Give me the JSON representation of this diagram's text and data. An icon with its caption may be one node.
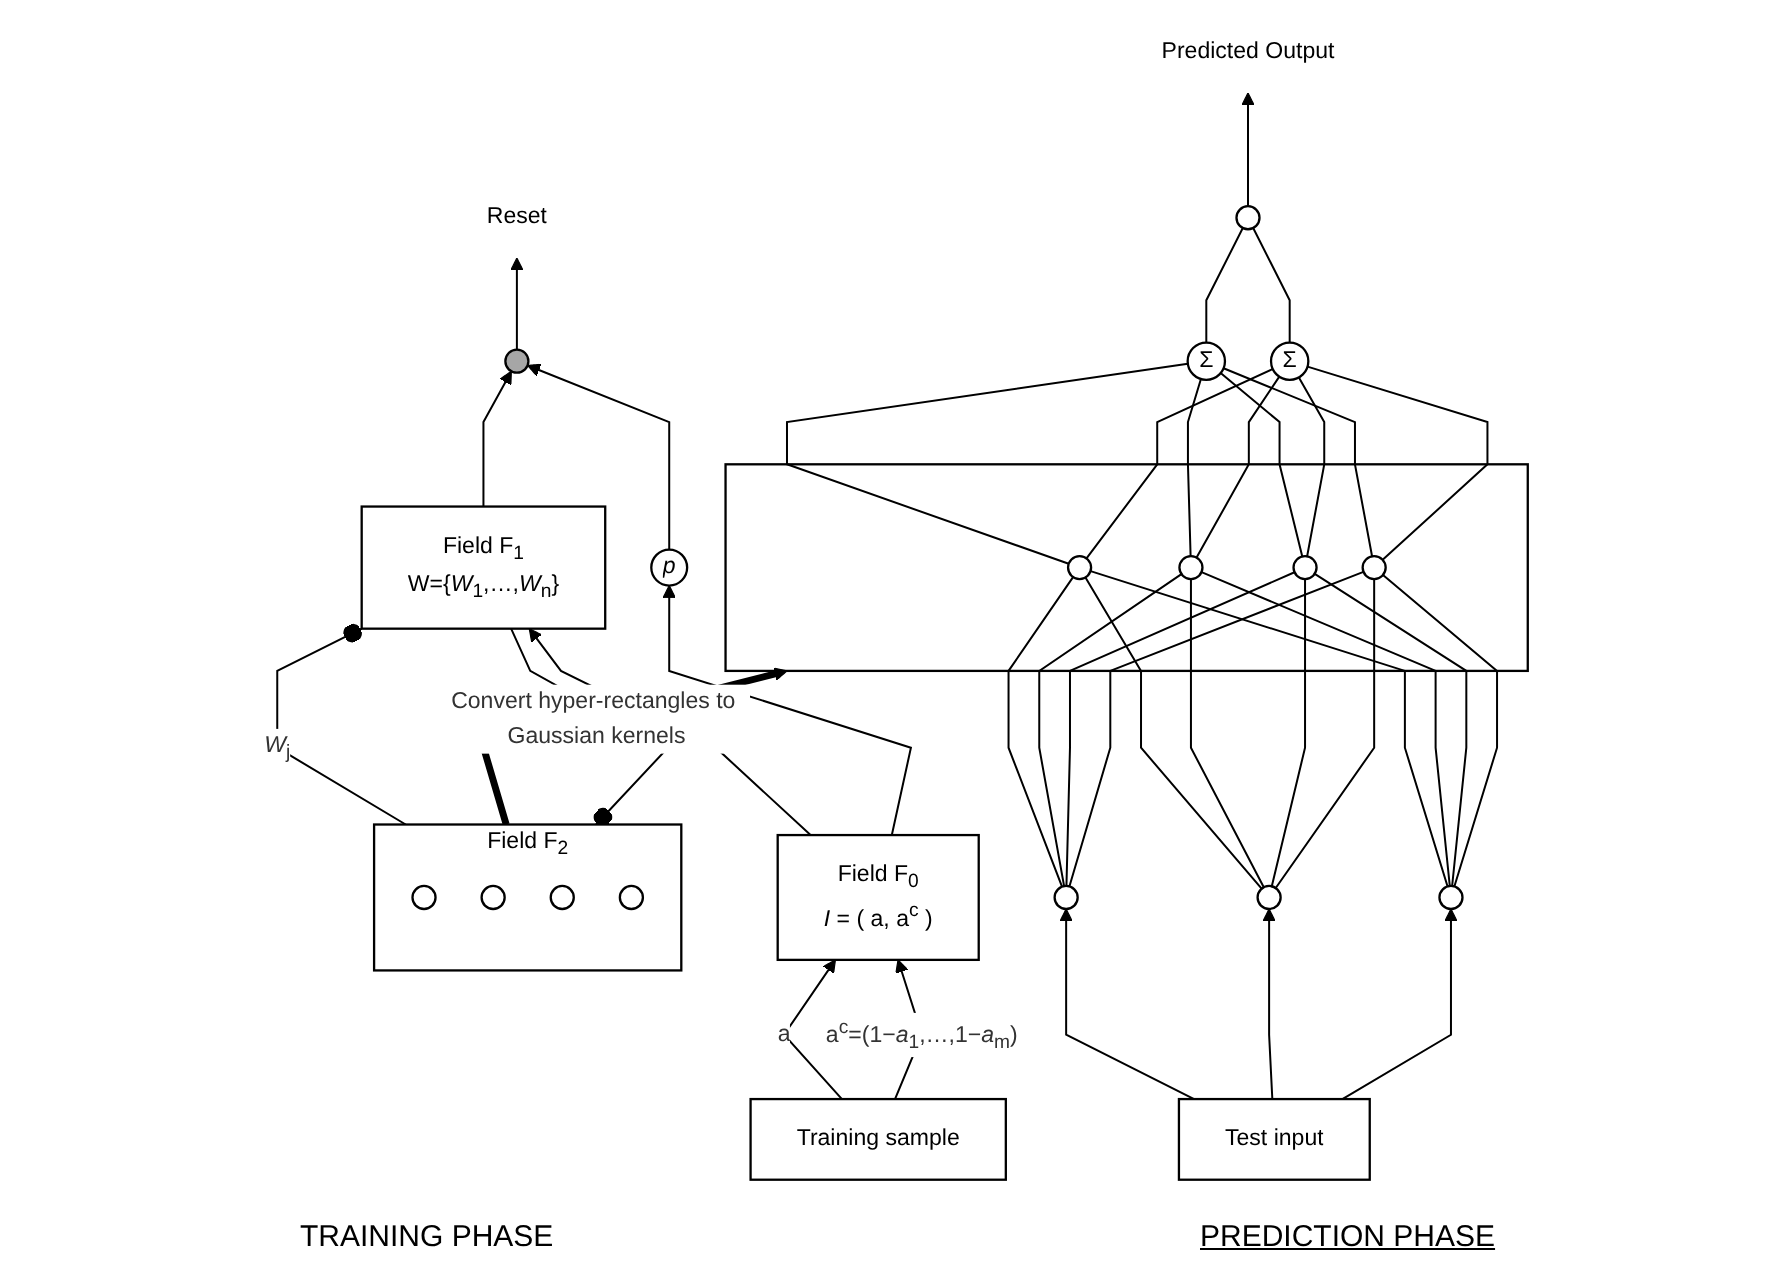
{
  "diagram": {
    "nodes": [
      {
        "text": [
          "Field F$_{2}$"
        ]
      },
      {
        "text": [],
        "shape": "circle",
        "in": 0
      },
      {
        "text": [],
        "shape": "circle",
        "in": 0
      },
      {
        "text": [],
        "shape": "circle",
        "in": 0
      },
      {
        "text": [],
        "shape": "circle",
        "in": 0
      },
      {
        "text": [
          "Field F$_{1}$",
          "W={*W*$_{1}$,…,*W*$_{n}$}"
        ]
      },
      {
        "text": [
          "Reset"
        ]
      },
      {
        "text": [],
        "shape": "circle"
      },
      {
        "text": [
          "Field F$_{0}$",
          "*I* = ( a, a$^{c}$ )"
        ]
      },
      {
        "text": [
          "p"
        ]
      },
      {
        "text": [
          "Training sample"
        ]
      },
      {
        "text": [
          "Predicted Output"
        ]
      },
      {
        "text": [],
        "shape": "circle"
      },
      {
        "text": [
          "Σ"
        ]
      },
      {
        "text": [
          "Σ"
        ]
      },
      {
        "text": [],
        "shape": "box"
      },
      {
        "text": [],
        "shape": "circle",
        "in": 15
      },
      {
        "text": [],
        "shape": "circle",
        "in": 15
      },
      {
        "text": [],
        "shape": "circle",
        "in": 15
      },
      {
        "text": [],
        "shape": "circle",
        "in": 15
      },
      {
        "text": [],
        "shape": "circle"
      },
      {
        "text": [],
        "shape": "circle"
      },
      {
        "text": [],
        "shape": "circle"
      },
      {
        "text": [
          "Test input"
        ]
      }
    ],
    "edges": [
      {
        "from": 0,
        "to": 5,
        "arrow": "other",
        "label": "*W*$_{j}$"
      },
      {
        "from": 5,
        "to": 0,
        "arrow": "other"
      },
      {
        "from": 5,
        "to": 7,
        "arrow": "to"
      },
      {
        "from": 7,
        "to": 6,
        "arrow": "to"
      },
      {
        "from": 8,
        "to": 5,
        "arrow": "to"
      },
      {
        "from": 8,
        "to": 9,
        "arrow": "to"
      },
      {
        "from": 9,
        "to": 7,
        "arrow": "to"
      },
      {
        "from": 10,
        "to": 8,
        "arrow": "to",
        "label": "a"
      },
      {
        "from": 10,
        "to": 8,
        "arrow": "to",
        "label": "a$^{c}$=(1−*a*$_{1}$,…,1−*a*$_{m}$)"
      },
      {
        "from": 0,
        "to": 15,
        "arrow": "to",
        "label": "Convert hyper-rectangles to Gaussian kernels",
        "style": "thick"
      },
      {
        "from": 12,
        "to": 11,
        "arrow": "to"
      },
      {
        "from": 13,
        "to": 12,
        "arrow": "none"
      },
      {
        "from": 14,
        "to": 12,
        "arrow": "none"
      },
      {
        "from": 16,
        "to": 13,
        "arrow": "none"
      },
      {
        "from": 17,
        "to": 13,
        "arrow": "none"
      },
      {
        "from": 18,
        "to": 13,
        "arrow": "none"
      },
      {
        "from": 19,
        "to": 13,
        "arrow": "none"
      },
      {
        "from": 16,
        "to": 14,
        "arrow": "none"
      },
      {
        "from": 17,
        "to": 14,
        "arrow": "none"
      },
      {
        "from": 18,
        "to": 14,
        "arrow": "none"
      },
      {
        "from": 19,
        "to": 14,
        "arrow": "none"
      },
      {
        "from": 20,
        "to": 16,
        "arrow": "none"
      },
      {
        "from": 21,
        "to": 16,
        "arrow": "none"
      },
      {
        "from": 22,
        "to": 16,
        "arrow": "none"
      },
      {
        "from": 20,
        "to": 17,
        "arrow": "none"
      },
      {
        "from": 21,
        "to": 17,
        "arrow": "none"
      },
      {
        "from": 22,
        "to": 17,
        "arrow": "none"
      },
      {
        "from": 20,
        "to": 18,
        "arrow": "none"
      },
      {
        "from": 21,
        "to": 18,
        "arrow": "none"
      },
      {
        "from": 22,
        "to": 18,
        "arrow": "none"
      },
      {
        "from": 20,
        "to": 19,
        "arrow": "none"
      },
      {
        "from": 21,
        "to": 19,
        "arrow": "none"
      },
      {
        "from": 22,
        "to": 19,
        "arrow": "none"
      },
      {
        "from": 23,
        "to": 20,
        "arrow": "to"
      },
      {
        "from": 23,
        "to": 21,
        "arrow": "to"
      },
      {
        "from": 23,
        "to": 22,
        "arrow": "to"
      }
    ],
    "labels": [
      "TRAINING PHASE",
      "PREDICTION PHASE"
    ]
  }
}
